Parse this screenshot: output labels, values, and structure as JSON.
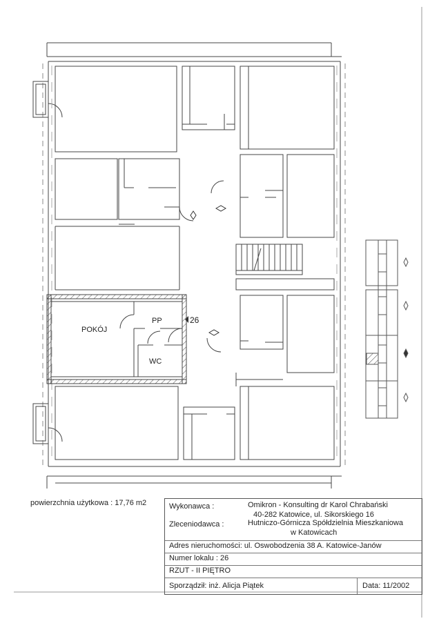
{
  "plan": {
    "room_pokoj": "POKÓJ",
    "room_pp": "PP",
    "room_wc": "WC",
    "unit_marker": "26"
  },
  "area": {
    "label": "powierzchnia użytkowa : 17,76 m2"
  },
  "title_block": {
    "contractor_label": "Wykonawca :",
    "contractor_line1": "Omikron - Konsulting dr Karol Chrabański",
    "contractor_line2": "40-282 Katowice, ul. Sikorskiego 16",
    "client_label": "Zleceniodawca :",
    "client_line1": "Hutniczo-Górnicza Spółdzielnia Mieszkaniowa",
    "client_line2": "w Katowicach",
    "address": "Adres nieruchomości: ul. Oswobodzenia 38 A. Katowice-Janów",
    "unit_number": "Numer lokalu : 26",
    "floor": "RZUT  -  II PIĘTRO",
    "author": "Sporządził:  inż. Alicja Piątek",
    "date": "Data: 11/2002"
  }
}
